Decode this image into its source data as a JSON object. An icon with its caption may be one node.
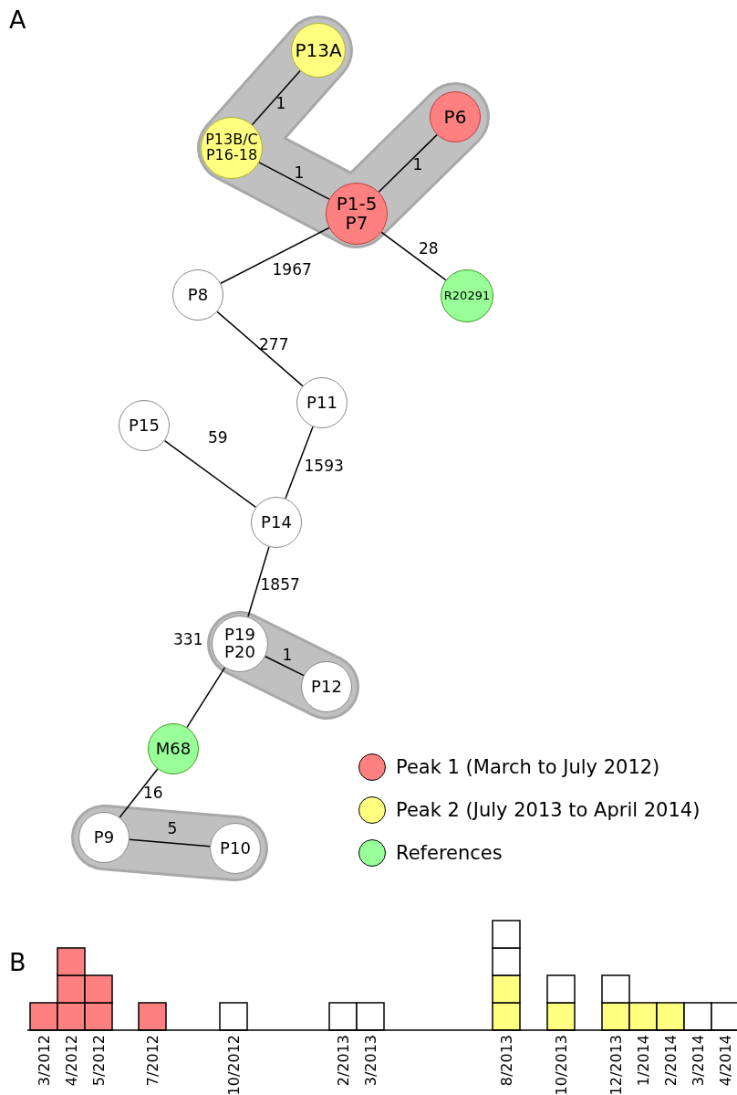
{
  "diagram": {
    "nodes": [
      {
        "text": [
          "P13A"
        ]
      },
      {
        "text": [
          "P13B/C P16-18"
        ]
      },
      {
        "text": [
          "P6"
        ]
      },
      {
        "text": [
          "P1-5 P7"
        ]
      },
      {
        "text": [
          "P8"
        ]
      },
      {
        "text": [
          "R20291"
        ]
      },
      {
        "text": [
          "P11"
        ]
      },
      {
        "text": [
          "P15"
        ]
      },
      {
        "text": [
          "P14"
        ]
      },
      {
        "text": [
          "P19 P20"
        ]
      },
      {
        "text": [
          "P12"
        ]
      },
      {
        "text": [
          "M68"
        ]
      },
      {
        "text": [
          "P9"
        ]
      },
      {
        "text": [
          "P10"
        ]
      }
    ],
    "edges": [
      {
        "from": 1,
        "to": 0,
        "arrow": "none",
        "label": "1"
      },
      {
        "from": 1,
        "to": 3,
        "arrow": "none",
        "label": "1"
      },
      {
        "from": 3,
        "to": 2,
        "arrow": "none",
        "label": "1"
      },
      {
        "from": 3,
        "to": 4,
        "arrow": "none",
        "label": "1967"
      },
      {
        "from": 3,
        "to": 5,
        "arrow": "none",
        "label": "28"
      },
      {
        "from": 4,
        "to": 6,
        "arrow": "none",
        "label": "277"
      },
      {
        "from": 7,
        "to": 8,
        "arrow": "none",
        "label": "59"
      },
      {
        "from": 6,
        "to": 8,
        "arrow": "none",
        "label": "1593"
      },
      {
        "from": 8,
        "to": 9,
        "arrow": "none",
        "label": "1857"
      },
      {
        "from": 9,
        "to": 10,
        "arrow": "none",
        "label": "1"
      },
      {
        "from": 9,
        "to": 11,
        "arrow": "none",
        "label": "331"
      },
      {
        "from": 11,
        "to": 12,
        "arrow": "none",
        "label": "16"
      },
      {
        "from": 12,
        "to": 13,
        "arrow": "none",
        "label": "5"
      }
    ],
    "labels": [
      "A",
      "B",
      "3/2012",
      "4/2012",
      "5/2012",
      "7/2012",
      "10/2012",
      "2/2013",
      "3/2013",
      "8/2013",
      "10/2013",
      "12/2013",
      "1/2014",
      "2/2014",
      "3/2014",
      "4/2014"
    ],
    "legend": [
      {
        "text": "Peak 1 (March to July 2012)",
        "color": "#ff8080"
      },
      {
        "text": "Peak 2 (July 2013 to April 2014)",
        "color": "#ffff80"
      },
      {
        "text": "References",
        "color": "#99ff99"
      }
    ]
  }
}
